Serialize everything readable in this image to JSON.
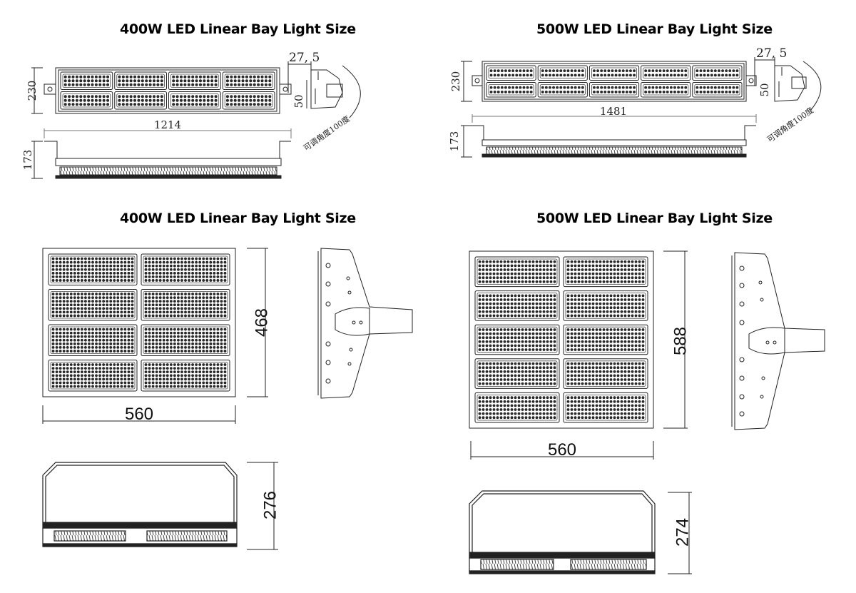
{
  "titles": {
    "top_left": "400W LED Linear Bay Light Size",
    "top_right": "500W LED Linear Bay Light Size",
    "bottom_left": "400W LED Linear Bay Light Size",
    "bottom_right": "500W LED Linear Bay Light Size"
  },
  "top_left": {
    "height_front": "230",
    "bracket_offset": "27, 5",
    "bracket_height": "50",
    "length": "1214",
    "height_side": "173",
    "angle_note": "可调角度100度",
    "module_rows": 2,
    "module_cols": 4
  },
  "top_right": {
    "height_front": "230",
    "bracket_offset": "27, 5",
    "bracket_height": "50",
    "length": "1481",
    "height_side": "173",
    "angle_note": "可调角度100度",
    "module_rows": 2,
    "module_cols": 5
  },
  "bottom_left": {
    "width": "560",
    "height": "468",
    "side_height": "276",
    "module_rows": 4,
    "module_cols": 2
  },
  "bottom_right": {
    "width": "560",
    "height": "588",
    "side_height": "274",
    "module_rows": 5,
    "module_cols": 2
  },
  "colors": {
    "line": "#222222",
    "fin": "#555555"
  }
}
